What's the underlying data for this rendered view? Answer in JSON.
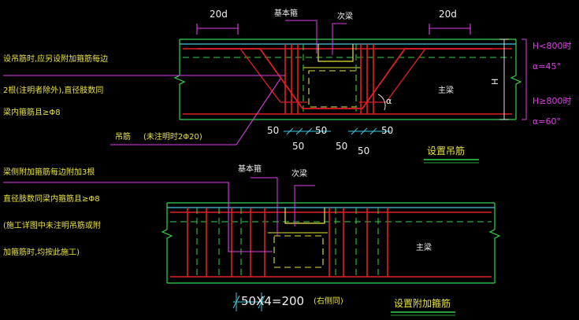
{
  "top_detail": {
    "dim_20d_left": "20d",
    "dim_20d_right": "20d",
    "label_additional_bars": "基本箍",
    "label_secondary_beam": "次梁",
    "label_main_beam": "主梁",
    "angle_symbol": "α",
    "side_height_label": "H",
    "cond_h_lt": "H<800时",
    "cond_a45": "α=45°",
    "cond_h_ge": "H≥800时",
    "cond_a60": "α=60°",
    "note_line1": "设吊筋时,应另设附加箍筋每边",
    "note_line2": "2根(注明者除外),直径肢数同",
    "note_line3": "梁内箍筋且≥Φ8",
    "hanger_label": "吊筋",
    "hanger_note": "(未注明时2Φ20)",
    "dim_50_a": "50",
    "dim_50_b": "50",
    "dim_50_c": "50",
    "dim_50_d": "50",
    "dim_50_e": "50",
    "title": "设置吊筋"
  },
  "bottom_detail": {
    "note_line1": "梁侧附加箍筋每边附加3根",
    "note_line2": "直径肢数同梁内箍筋且≥Φ8",
    "note_line3": "(施工详图中未注明吊筋或附",
    "note_line4": "加箍筋时,均按此施工)",
    "label_additional_bars": "基本箍",
    "label_secondary_beam": "次梁",
    "label_main_beam": "主梁",
    "dim_formula": "50X4=200",
    "dim_formula_note": "(右侧同)",
    "title": "设置附加箍筋"
  }
}
